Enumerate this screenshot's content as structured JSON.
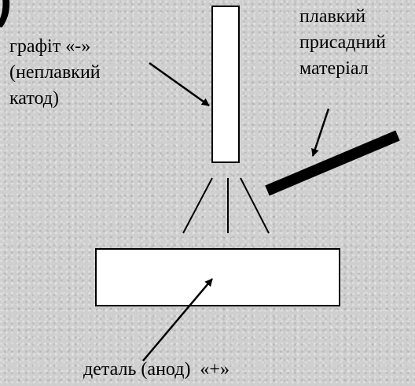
{
  "corner_mark": ")",
  "labels": {
    "cathode": "графіт «-»\n(неплавкий\nкатод)",
    "filler": "плавкий\nприсадний\nматеріал",
    "part": "деталь (анод)  «+»"
  },
  "colors": {
    "background": "#cfcfcf",
    "stroke": "#000000",
    "fill": "#ffffff"
  }
}
